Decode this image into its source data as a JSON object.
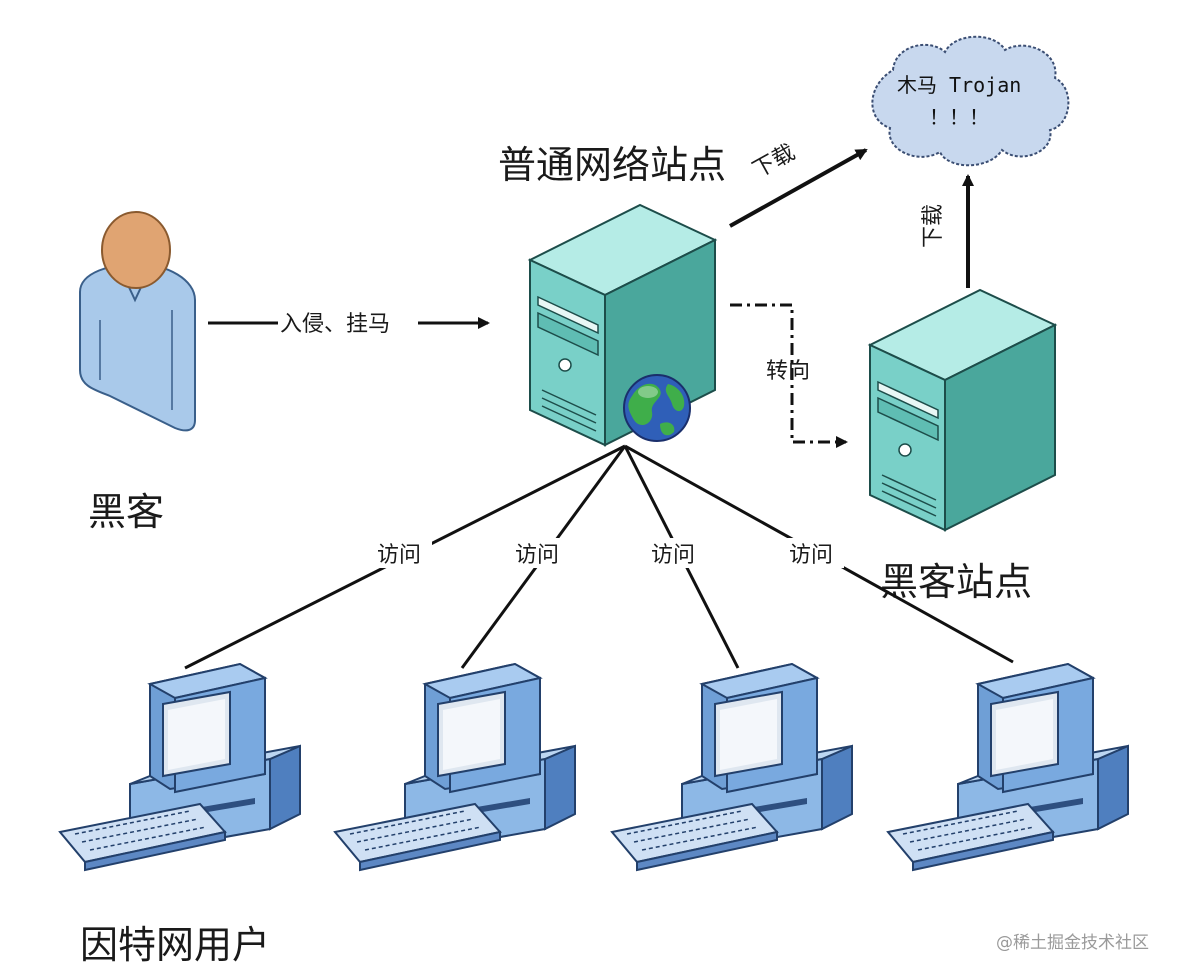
{
  "nodes": {
    "hacker": {
      "label": "黑客"
    },
    "normal_site": {
      "label": "普通网络站点"
    },
    "hacker_site": {
      "label": "黑客站点"
    },
    "trojan": {
      "line1": "木马 Trojan",
      "line2": "！！！"
    },
    "users": {
      "label": "因特网用户"
    }
  },
  "edges": {
    "intrude": "入侵、挂马",
    "download_from_normal": "下载",
    "download_from_hacker": "下载",
    "redirect": "转向",
    "visit": [
      "访问",
      "访问",
      "访问",
      "访问"
    ]
  },
  "watermark": "@稀土掘金技术社区",
  "colors": {
    "server_front": "#79d0c8",
    "server_side": "#4aa79c",
    "server_top": "#b5ece6",
    "monitor_blue": "#6f9fd6",
    "cloud_fill": "#c8d8ee",
    "person_shirt": "#a9c9ea",
    "person_head": "#e0a472"
  },
  "icons": [
    "person-icon",
    "server-icon",
    "globe-icon",
    "cloud-icon",
    "computer-icon",
    "keyboard-icon"
  ]
}
